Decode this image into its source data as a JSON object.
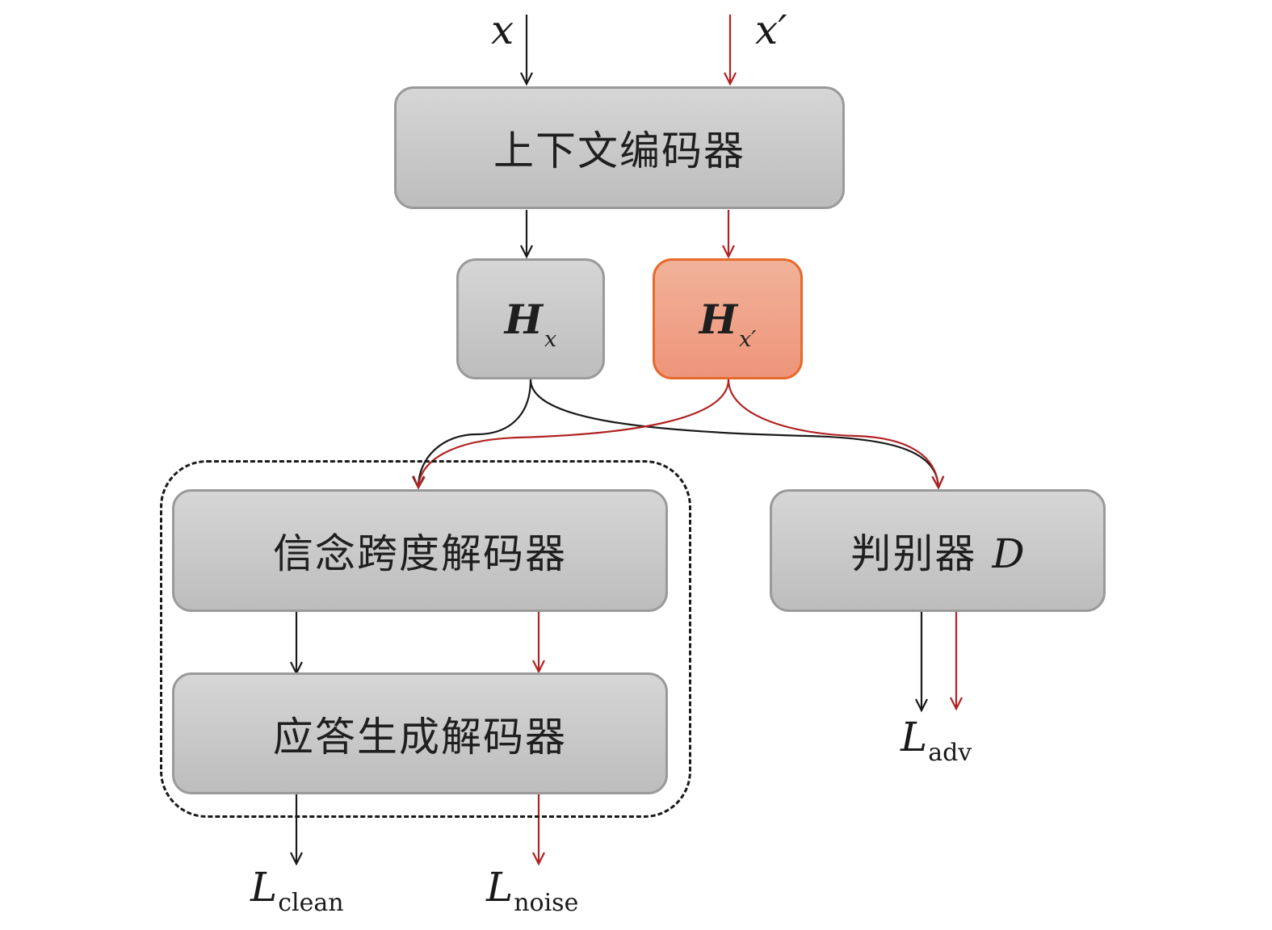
{
  "inputs": {
    "x": "x",
    "x_prime": "x′"
  },
  "encoder": {
    "label": "上下文编码器"
  },
  "hidden": {
    "hx": {
      "var": "H",
      "sub": "x"
    },
    "hxp": {
      "var": "H",
      "sub": "x′"
    }
  },
  "decoders": {
    "belief_span": "信念跨度解码器",
    "response": "应答生成解码器"
  },
  "discriminator": {
    "label": "判别器",
    "var": "D"
  },
  "losses": {
    "clean": {
      "var": "L",
      "sub": "clean"
    },
    "noise": {
      "var": "L",
      "sub": "noise"
    },
    "adv": {
      "var": "L",
      "sub": "adv"
    }
  },
  "colors": {
    "clean_path": "#1a1a1a",
    "noise_path": "#b22222",
    "box_fill": "#c8c8c8",
    "highlight_fill": "#ef9f82",
    "highlight_border": "#e56a2c"
  }
}
